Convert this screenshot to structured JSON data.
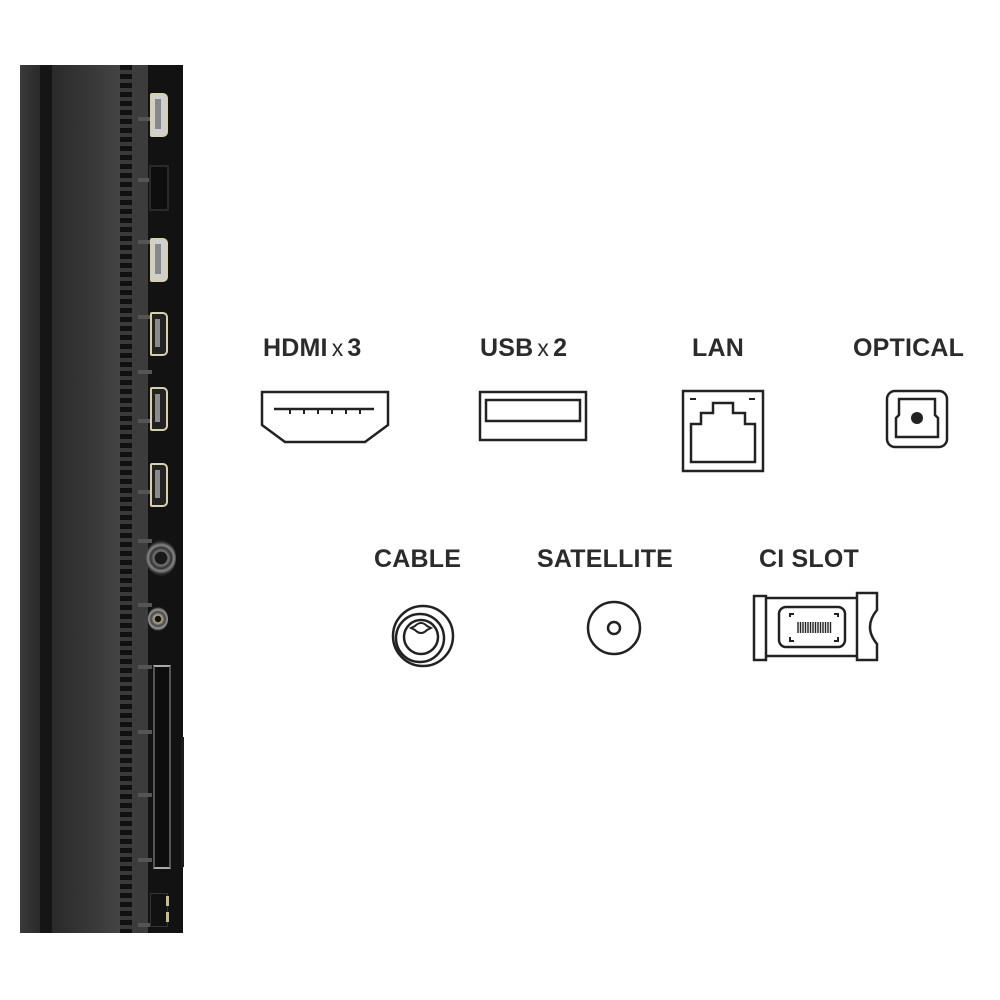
{
  "colors": {
    "background": "#ffffff",
    "label_text": "#2b2b2b",
    "icon_stroke": "#222222",
    "panel_body": "#1c1c1c",
    "port_highlight": "#d9cfa8"
  },
  "connections": {
    "row1": [
      {
        "name": "HDMI",
        "multiplier": "x",
        "count": "3",
        "icon": "hdmi-port-icon"
      },
      {
        "name": "USB",
        "multiplier": "x",
        "count": "2",
        "icon": "usb-port-icon"
      },
      {
        "name": "LAN",
        "icon": "lan-port-icon"
      },
      {
        "name": "OPTICAL",
        "icon": "optical-port-icon"
      }
    ],
    "row2": [
      {
        "name": "CABLE",
        "icon": "cable-coax-icon"
      },
      {
        "name": "SATELLITE",
        "icon": "satellite-connector-icon"
      },
      {
        "name": "CI SLOT",
        "icon": "ci-slot-icon"
      }
    ]
  },
  "side_panel": {
    "ports_top_to_bottom": [
      "USB",
      "LAN",
      "USB",
      "HDMI",
      "HDMI",
      "HDMI",
      "CABLE",
      "SATELLITE",
      "CI SLOT",
      "OPTICAL"
    ]
  }
}
